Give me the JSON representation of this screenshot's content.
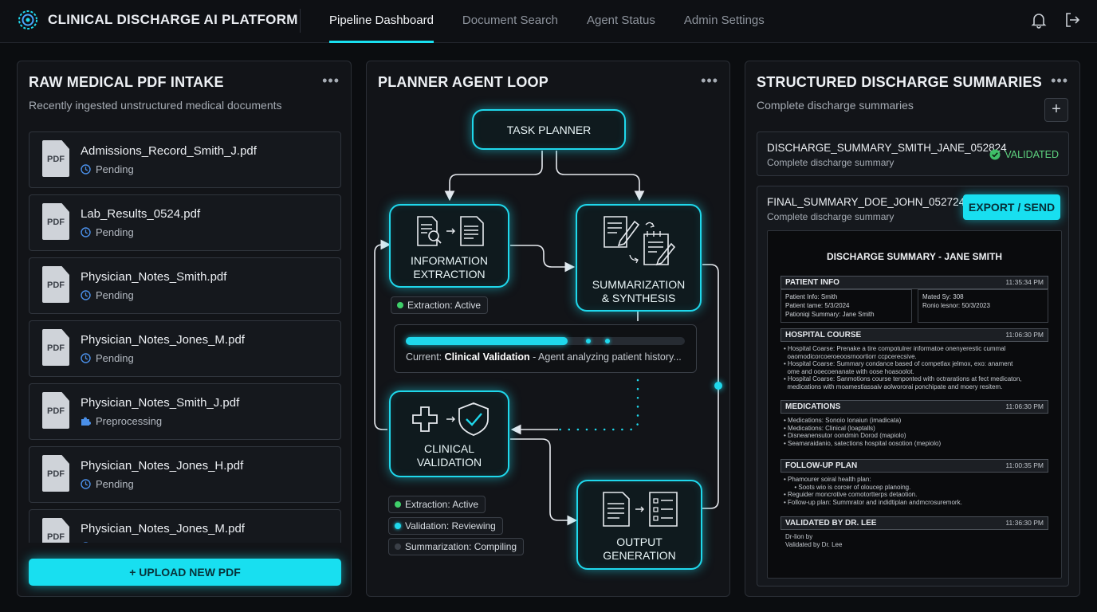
{
  "header": {
    "brand": "CLINICAL DISCHARGE AI PLATFORM",
    "tabs": [
      {
        "label": "Pipeline Dashboard",
        "active": true
      },
      {
        "label": "Document Search",
        "active": false
      },
      {
        "label": "Agent Status",
        "active": false
      },
      {
        "label": "Admin Settings",
        "active": false
      }
    ]
  },
  "colors": {
    "accent": "#1fd8ec",
    "validated": "#5fd480",
    "pending_icon": "#4a8fe8"
  },
  "intake": {
    "title": "RAW MEDICAL PDF INTAKE",
    "subtitle": "Recently ingested unstructured medical documents",
    "icon_text": "PDF",
    "files": [
      {
        "name": "Admissions_Record_Smith_J.pdf",
        "status": "Pending",
        "icon": "clock-icon"
      },
      {
        "name": "Lab_Results_0524.pdf",
        "status": "Pending",
        "icon": "clock-icon"
      },
      {
        "name": "Physician_Notes_Smith.pdf",
        "status": "Pending",
        "icon": "clock-icon"
      },
      {
        "name": "Physician_Notes_Jones_M.pdf",
        "status": "Pending",
        "icon": "clock-icon"
      },
      {
        "name": "Physician_Notes_Smith_J.pdf",
        "status": "Preprocessing",
        "icon": "puzzle-icon"
      },
      {
        "name": "Physician_Notes_Jones_H.pdf",
        "status": "Pending",
        "icon": "clock-icon"
      },
      {
        "name": "Physician_Notes_Jones_M.pdf",
        "status": "Pending",
        "icon": "clock-icon"
      }
    ],
    "upload_label": "+ UPLOAD NEW PDF"
  },
  "planner": {
    "title": "PLANNER AGENT LOOP",
    "nodes": {
      "task_planner": "TASK PLANNER",
      "extraction": [
        "INFORMATION",
        "EXTRACTION"
      ],
      "summarization": [
        "SUMMARIZATION",
        "& SYNTHESIS"
      ],
      "validation": [
        "CLINICAL",
        "VALIDATION"
      ],
      "output": [
        "OUTPUT",
        "GENERATION"
      ]
    },
    "extraction_chip": "Extraction: Active",
    "progress": 0.58,
    "current_prefix": "Current: ",
    "current_step": "Clinical Validation",
    "current_suffix": " - Agent analyzing patient history...",
    "status_chips": [
      {
        "label": "Extraction: Active",
        "color": "#3fcf6a"
      },
      {
        "label": "Validation: Reviewing",
        "color": "#1fd8ec"
      },
      {
        "label": "Summarization: Compiling",
        "color": "#3a3f47"
      }
    ]
  },
  "summaries": {
    "title": "STRUCTURED DISCHARGE SUMMARIES",
    "subtitle": "Complete discharge summaries",
    "add_label": "+",
    "items": [
      {
        "name": "DISCHARGE_SUMMARY_SMITH_JANE_052824",
        "sub": "Complete discharge summary",
        "badge": "VALIDATED"
      },
      {
        "name": "FINAL_SUMMARY_DOE_JOHN_052724",
        "sub": "Complete discharge summary",
        "action": "EXPORT / SEND"
      }
    ],
    "doc": {
      "title": "DISCHARGE SUMMARY - JANE SMITH",
      "patient_info": {
        "head": "PATIENT INFO",
        "ts": "11:35:34 PM",
        "left": [
          "Patient Info: Smith",
          "Patient tame: 5/3/2024",
          "Pationiqi Summary: Jane Smith"
        ],
        "right": [
          "Mated Sy: 308",
          "Ronio lesnor: 50/3/2023"
        ]
      },
      "hospital_course": {
        "head": "HOSPITAL COURSE",
        "ts": "11:06:30 PM",
        "lines": [
          "• Hospital Coarse: Prenake a tire compotulrer informatoe onenyerestic cummal",
          "  oaomodicorcoeroeoosrnoortiorr ccpcerecsive.",
          "• Hospital Coarse: Summary condance based of competlax jelmox, exo: anament",
          "  ome and ooecoenanate with oose hoasoolot.",
          "• Hospital Coarse: Sanmotions course tenponted with octrarations at fect medicaton,",
          "  medications with moamestiassaiv aolwororai ponchipate and moery resitem."
        ]
      },
      "medications": {
        "head": "MEDICATIONS",
        "ts": "11:06:30 PM",
        "lines": [
          "• Medications: Sonoio Ionaiun (imadicata)",
          "• Medications: Clinical (loaptalls)",
          "• Disneanensutor oondmin Dorod (mapiolo)",
          "• Seamaraidanio, satections hospital oosotion (mepiolo)"
        ]
      },
      "follow_up": {
        "head": "FOLLOW-UP PLAN",
        "ts": "11:00:35 PM",
        "lines": [
          "• Phamourer soiral health plan:",
          "      • Soots wio is corcer of oloucep planoing.",
          "• Reguider moncrotive comotortterps detaotion.",
          "• Follow-up plan: Summrator and indidtiplan andmcrosuremork."
        ]
      },
      "validated": {
        "head": "VALIDATED BY DR. LEE",
        "ts": "11:36:30 PM",
        "lines": [
          "Dr-lion by",
          "Validated by Dr. Lee"
        ]
      }
    }
  }
}
